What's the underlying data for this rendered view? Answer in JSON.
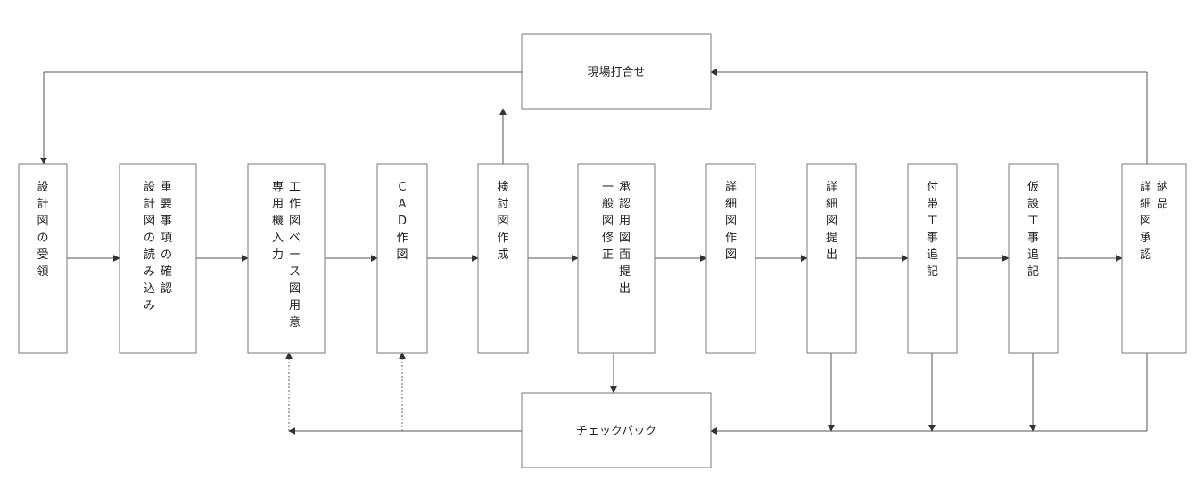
{
  "nodes": {
    "meeting": "現場打合せ",
    "checkback": "チェックバック",
    "steps": [
      [
        "設計図の受領"
      ],
      [
        "重要事項の確認",
        "設計図の読み込み"
      ],
      [
        "工作図ベース図用意",
        "専用機入力"
      ],
      [
        "CAD作図"
      ],
      [
        "検討図作成"
      ],
      [
        "承認用図面提出",
        "一般図修正"
      ],
      [
        "詳細図作図"
      ],
      [
        "詳細図提出"
      ],
      [
        "付帯工事追記"
      ],
      [
        "仮設工事追記"
      ],
      [
        "納品",
        "詳細図承認"
      ]
    ]
  }
}
